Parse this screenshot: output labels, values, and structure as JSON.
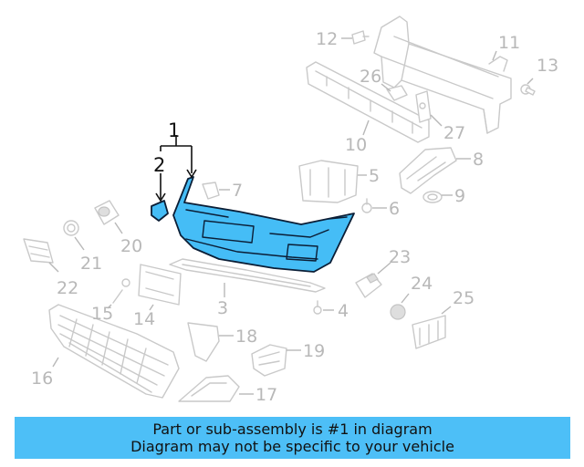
{
  "diagram": {
    "highlighted_part": "1",
    "colors": {
      "highlight": "#45bdf6",
      "outline": "#0b1e36",
      "ghost": "#c9c9c9",
      "banner": "#4dbff7"
    },
    "callouts": [
      "1",
      "2",
      "3",
      "4",
      "5",
      "6",
      "7",
      "8",
      "9",
      "10",
      "11",
      "12",
      "13",
      "14",
      "15",
      "16",
      "17",
      "18",
      "19",
      "20",
      "21",
      "22",
      "23",
      "24",
      "25",
      "26",
      "27"
    ]
  },
  "banner": {
    "line1": "Part or sub-assembly is #1 in diagram",
    "line2": "Diagram may not be specific to your vehicle"
  }
}
